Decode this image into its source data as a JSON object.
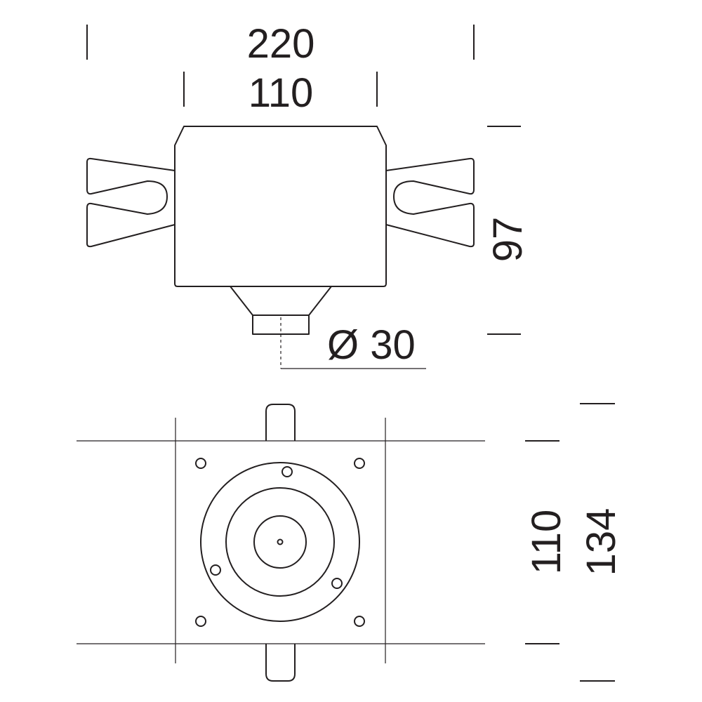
{
  "dimensions": {
    "overall_width": "220",
    "body_width": "110",
    "height": "97",
    "nozzle_diameter": "Ø 30",
    "plate_inner": "110",
    "plate_outer": "134"
  },
  "colors": {
    "line": "#231f20",
    "background": "#ffffff"
  }
}
